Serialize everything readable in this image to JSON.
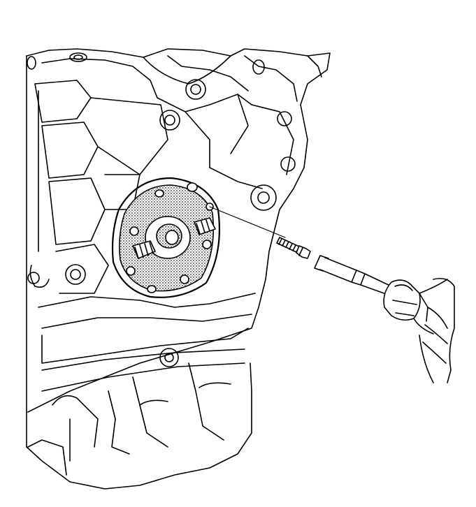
{
  "figure": {
    "subject": "engine-block-with-oil-pump-cover-and-bolt-being-installed",
    "ink_color": "#000000",
    "paper_color": "#ffffff",
    "shading_color": "#9a9a9a",
    "icons": [
      "engine-block",
      "oil-pump-cover",
      "bolt",
      "socket-extension",
      "ratchet-handle"
    ]
  }
}
